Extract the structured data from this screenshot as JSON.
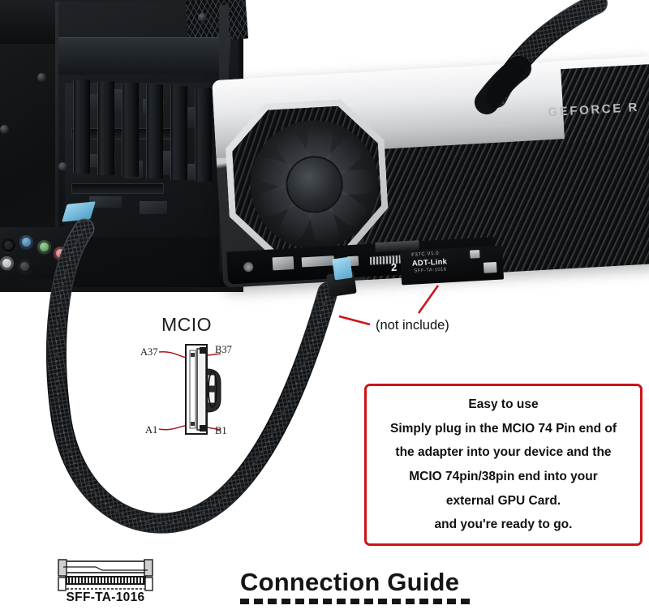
{
  "scene": {
    "description": "Product connection guide photo: PC case with motherboard PCIe slots on the left, an NVIDIA GeForce RTX Founders Edition graphics card on the right, joined by a black braided MCIO adapter cable."
  },
  "gpu": {
    "brand_text": "GEFORCE R"
  },
  "adapter_board": {
    "revision": "F37C V1.0",
    "brand": "ADT-Link",
    "standard": "SFF-TA-1016",
    "port_number": "2"
  },
  "annotations": {
    "not_included": "(not include)"
  },
  "mcio_diagram": {
    "title": "MCIO",
    "pins": {
      "top_left": "A37",
      "top_right": "B37",
      "bottom_left": "A1",
      "bottom_right": "B1"
    }
  },
  "sff_connector": {
    "label": "SFF-TA-1016"
  },
  "instructions": {
    "lines": [
      "Easy to use",
      "Simply plug in the MCIO 74 Pin end of",
      "the adapter into your device and the",
      "MCIO 74pin/38pin end into your",
      "external GPU Card.",
      "and you're ready to go."
    ],
    "border_color": "#cc1418"
  },
  "footer": {
    "title": "Connection Guide"
  },
  "colors": {
    "accent_red": "#cc1418",
    "cable_blue_tab": "#7ec4e2",
    "background": "#ffffff"
  }
}
